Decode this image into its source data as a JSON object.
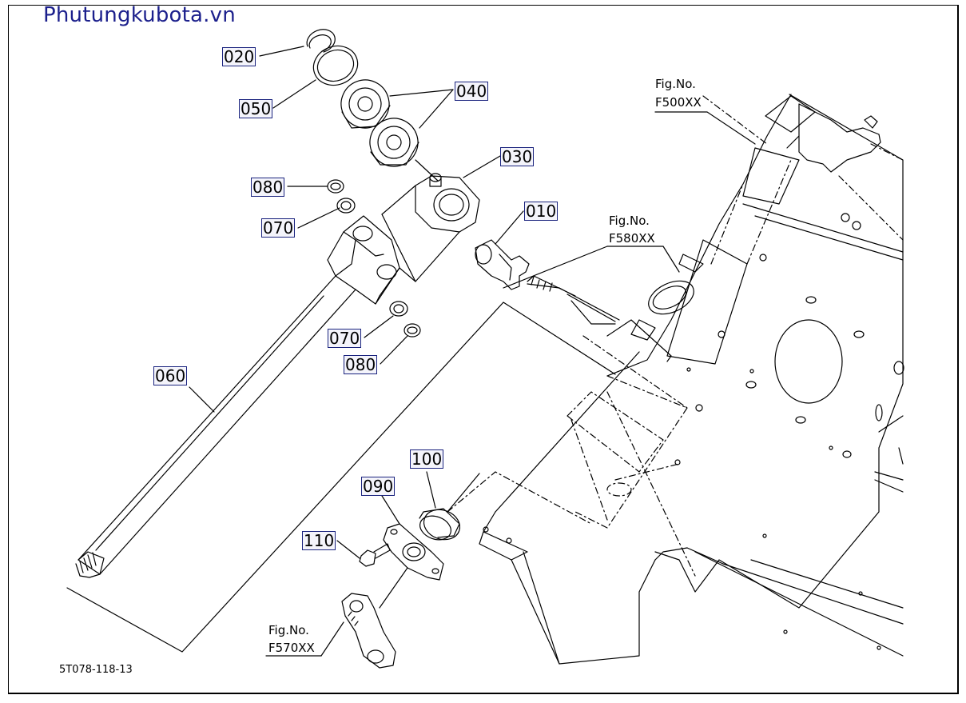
{
  "watermark": "Phutungkubota.vn",
  "diagram_code": "5T078-118-13",
  "part_labels": {
    "p020": "020",
    "p050": "050",
    "p040": "040",
    "p030": "030",
    "p080a": "080",
    "p070a": "070",
    "p010": "010",
    "p070b": "070",
    "p080b": "080",
    "p060": "060",
    "p100": "100",
    "p090": "090",
    "p110": "110"
  },
  "figure_refs": {
    "f500": {
      "prefix": "Fig.No.",
      "code": "F500XX"
    },
    "f580": {
      "prefix": "Fig.No.",
      "code": "F580XX"
    },
    "f570": {
      "prefix": "Fig.No.",
      "code": "F570XX"
    }
  }
}
